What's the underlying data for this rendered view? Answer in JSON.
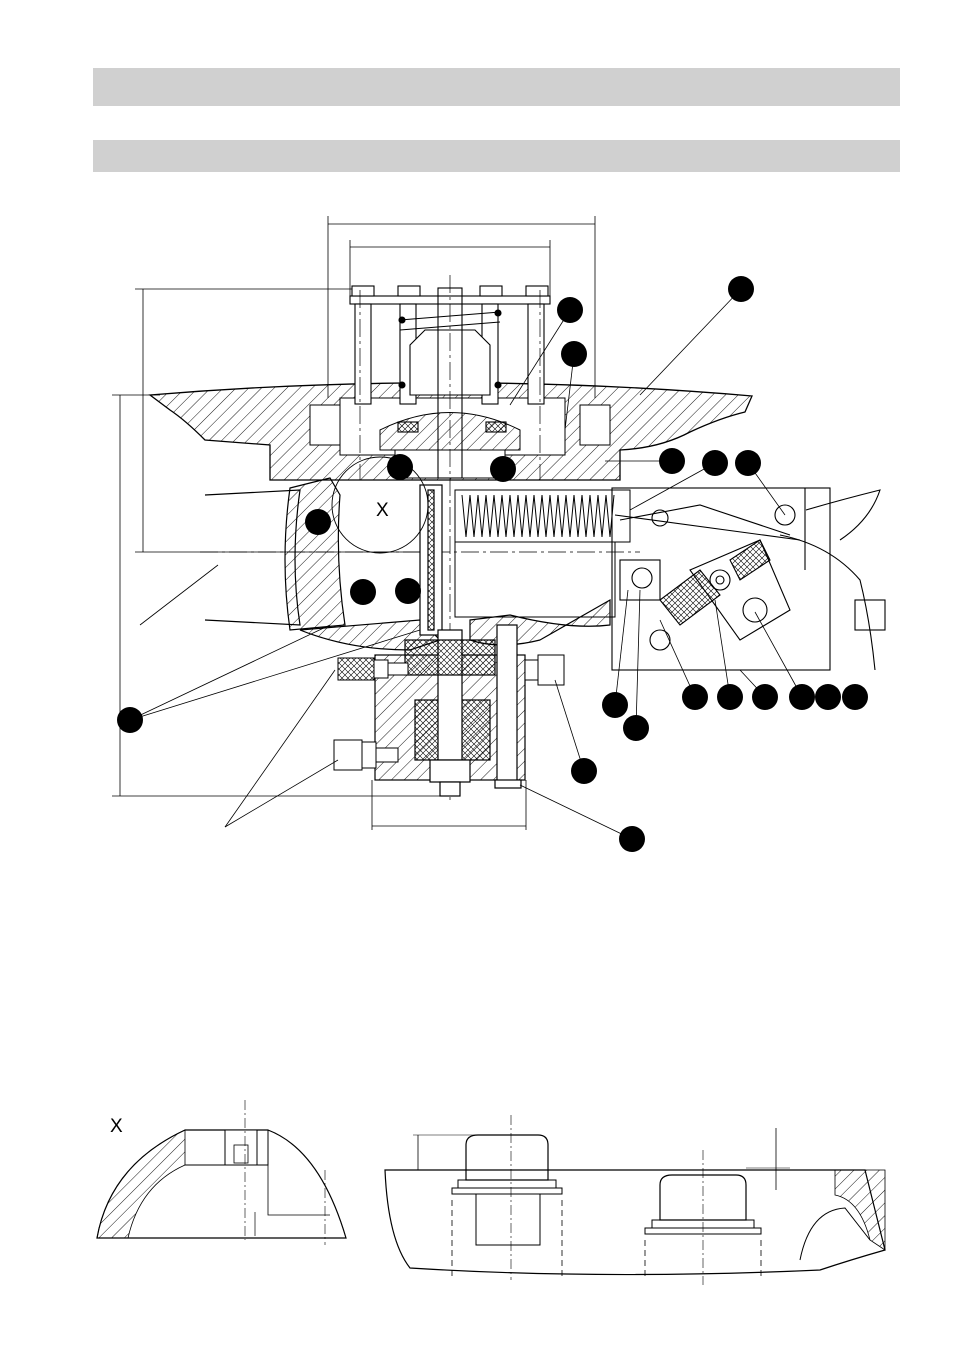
{
  "detail_label": "X",
  "view_labels": [
    "X",
    "X"
  ],
  "colors": {
    "ink": "#000000",
    "header_bar": "#d0d0d0",
    "background": "#ffffff"
  }
}
